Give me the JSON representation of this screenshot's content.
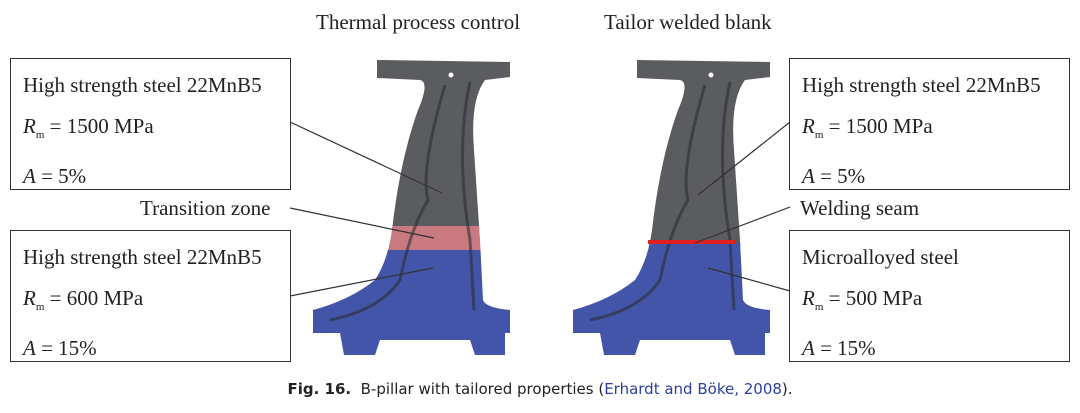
{
  "titles": {
    "left": "Thermal process control",
    "right": "Tailor welded blank"
  },
  "left": {
    "top_box": {
      "line1": "High strength steel 22MnB5",
      "rm_symbol": "R",
      "rm_sub": "m",
      "rm_value": "= 1500 MPa",
      "a_symbol": "A",
      "a_value": "= 5%"
    },
    "middle_label": "Transition zone",
    "bottom_box": {
      "line1": "High strength steel 22MnB5",
      "rm_symbol": "R",
      "rm_sub": "m",
      "rm_value": "= 600 MPa",
      "a_symbol": "A",
      "a_value": "= 15%"
    }
  },
  "right": {
    "top_box": {
      "line1": "High strength steel 22MnB5",
      "rm_symbol": "R",
      "rm_sub": "m",
      "rm_value": "= 1500 MPa",
      "a_symbol": "A",
      "a_value": "= 5%"
    },
    "middle_label": "Welding seam",
    "bottom_box": {
      "line1": "Microalloyed steel",
      "rm_symbol": "R",
      "rm_sub": "m",
      "rm_value": "= 500 MPa",
      "a_symbol": "A",
      "a_value": "= 15%"
    }
  },
  "caption": {
    "label": "Fig. 16.",
    "text": "B-pillar with tailored properties (",
    "ref": "Erhardt and Böke, 2008",
    "end": ")."
  },
  "colors": {
    "steel_gray": "#5a5c60",
    "transition": "#c97a80",
    "microalloy_blue": "#4255a8",
    "weld": "#e02020"
  }
}
